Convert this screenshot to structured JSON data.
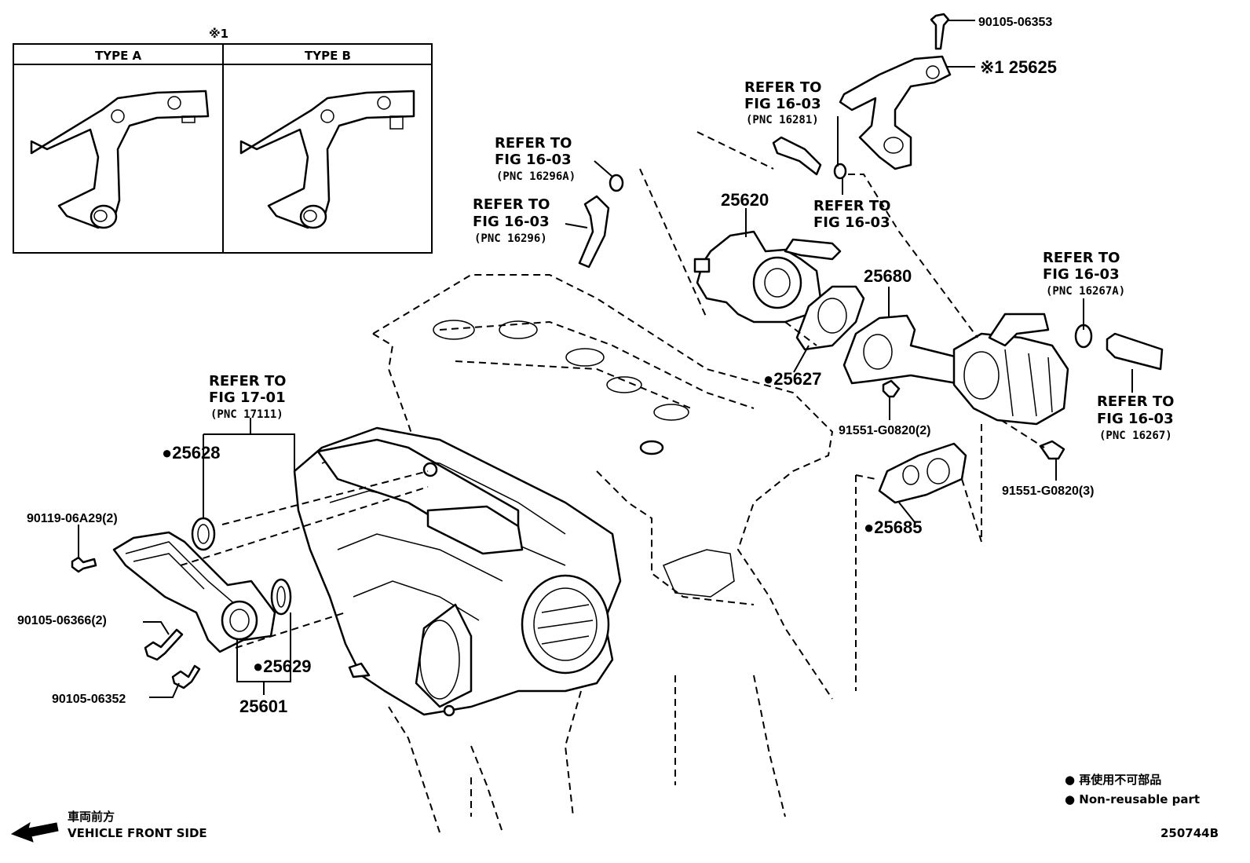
{
  "inset": {
    "marker": "※1",
    "type_a": "TYPE A",
    "type_b": "TYPE B"
  },
  "refs": {
    "r16296a": {
      "line1": "REFER TO",
      "line2": "FIG 16-03",
      "pnc": "(PNC 16296A)"
    },
    "r16296": {
      "line1": "REFER TO",
      "line2": "FIG 16-03",
      "pnc": "(PNC 16296)"
    },
    "r16281": {
      "line1": "REFER TO",
      "line2": "FIG 16-03",
      "pnc": "(PNC 16281)"
    },
    "r1603b": {
      "line1": "REFER TO",
      "line2": "FIG 16-03"
    },
    "r16267a": {
      "line1": "REFER TO",
      "line2": "FIG 16-03",
      "pnc": "(PNC 16267A)"
    },
    "r16267": {
      "line1": "REFER TO",
      "line2": "FIG 16-03",
      "pnc": "(PNC 16267)"
    },
    "r17111": {
      "line1": "REFER TO",
      "line2": "FIG 17-01",
      "pnc": "(PNC 17111)"
    }
  },
  "parts": {
    "p90105_06353": "90105-06353",
    "p25625": "※1 25625",
    "p25620": "25620",
    "p25680": "25680",
    "p25627": "●25627",
    "p91551_2": "91551-G0820(2)",
    "p91551_3": "91551-G0820(3)",
    "p25685": "●25685",
    "p25628": "●25628",
    "p90119": "90119-06A29(2)",
    "p90105_06366": "90105-06366(2)",
    "p90105_06352": "90105-06352",
    "p25629": "●25629",
    "p25601": "25601"
  },
  "legend": {
    "jp": "● 再使用不可部品",
    "en": "● Non-reusable part"
  },
  "front": {
    "jp": "車両前方",
    "en": "VEHICLE FRONT SIDE"
  },
  "fig_id": "250744B"
}
